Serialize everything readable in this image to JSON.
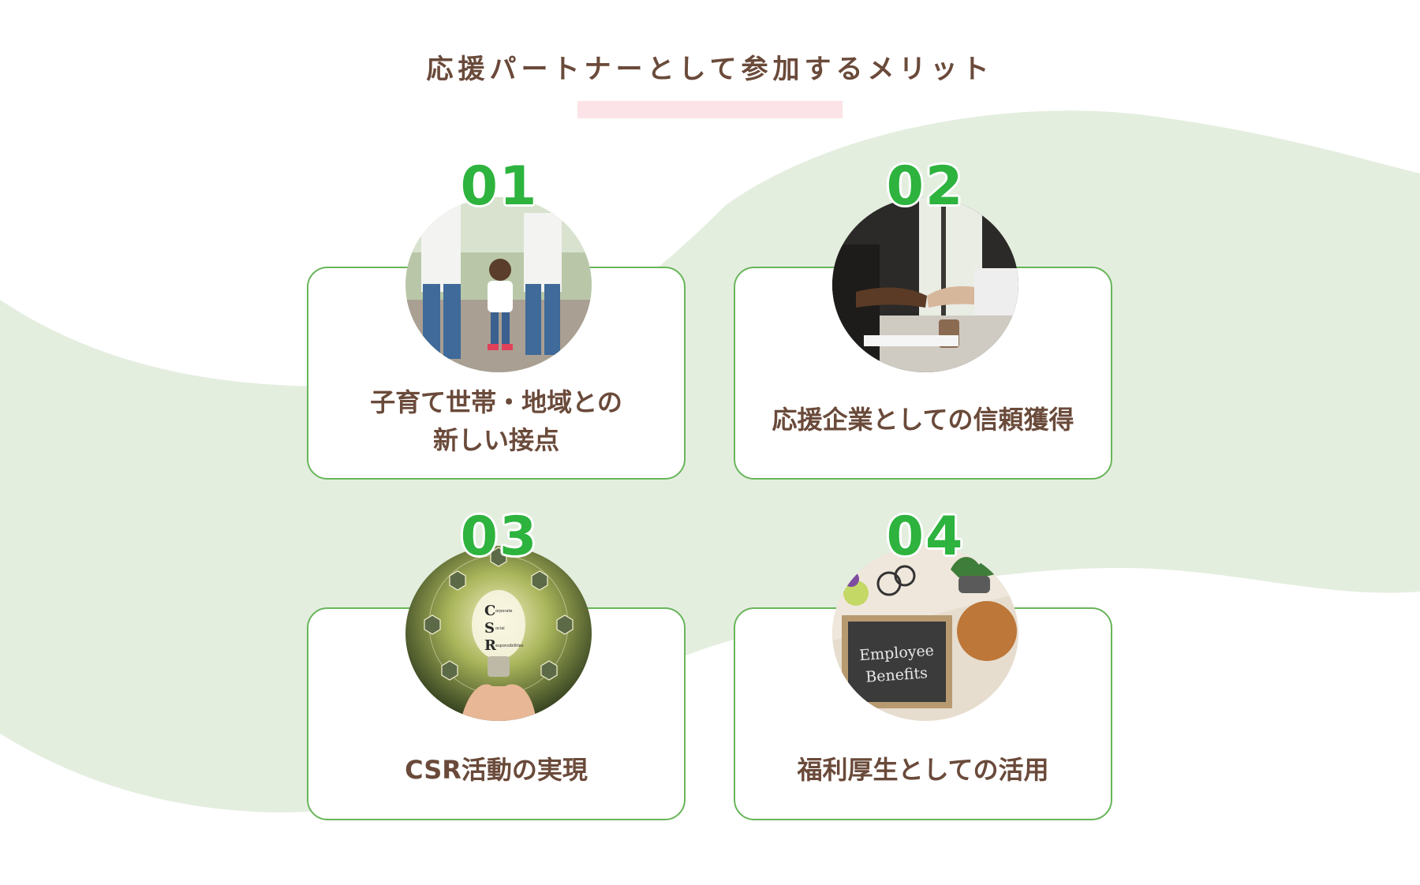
{
  "section": {
    "title": "応援パートナーとして参加するメリット"
  },
  "colors": {
    "accent_green": "#2db33e",
    "card_border": "#68b55a",
    "text_brown": "#6a4a3a",
    "wave_bg": "#e4eedf",
    "underline_pink": "#fbe3e7"
  },
  "benefits": [
    {
      "number": "01",
      "label_line1": "子育て世帯・地域との",
      "label_line2": "新しい接点",
      "icon": "family-walking-photo"
    },
    {
      "number": "02",
      "label": "応援企業としての信頼獲得",
      "icon": "handshake-photo"
    },
    {
      "number": "03",
      "label": "CSR活動の実現",
      "icon": "csr-lightbulb-photo",
      "photo_text": [
        "C",
        "S",
        "R"
      ],
      "photo_caption": [
        "orporate",
        "ocial",
        "esponsibilities"
      ]
    },
    {
      "number": "04",
      "label": "福利厚生としての活用",
      "icon": "employee-benefits-photo",
      "photo_text": [
        "Employee",
        "Benefits"
      ]
    }
  ]
}
